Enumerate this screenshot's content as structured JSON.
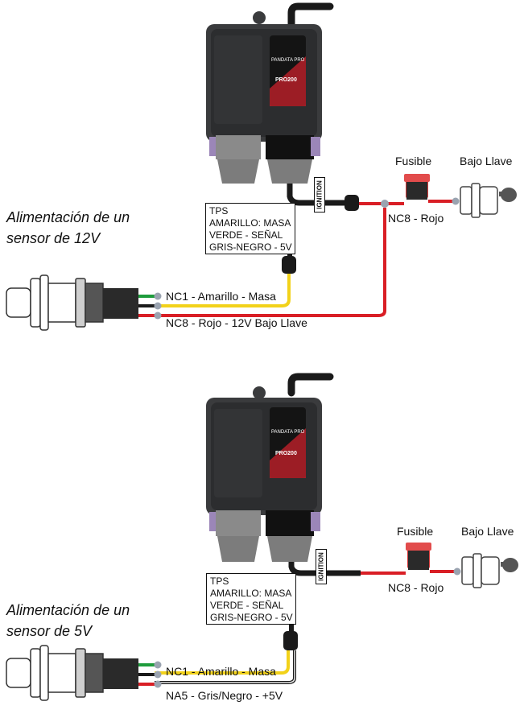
{
  "panels": [
    {
      "title_line1": "Alimentación de un",
      "title_line2": "sensor de 12V",
      "fuse_label": "Fusible",
      "key_label": "Bajo Llave",
      "nc8_label": "NC8 - Rojo",
      "ignition_label": "IGNITION",
      "ecu_brand": "PANDATA PRO",
      "ecu_model": "PRO200",
      "tps": [
        "TPS",
        "AMARILLO: MASA",
        "VERDE - SEÑAL",
        "GRIS-NEGRO - 5V"
      ],
      "wire_top_label": "NC1 - Amarillo - Masa",
      "wire_bottom_label": "NC8 - Rojo - 12V Bajo Llave"
    },
    {
      "title_line1": "Alimentación de un",
      "title_line2": "sensor de 5V",
      "fuse_label": "Fusible",
      "key_label": "Bajo Llave",
      "nc8_label": "NC8 - Rojo",
      "ignition_label": "IGNITION",
      "ecu_brand": "PANDATA PRO",
      "ecu_model": "PRO200",
      "tps": [
        "TPS",
        "AMARILLO: MASA",
        "VERDE - SEÑAL",
        "GRIS-NEGRO - 5V"
      ],
      "wire_top_label": "NC1 - Amarillo - Masa",
      "wire_bottom_label": "NA5 - Gris/Negro - +5V"
    }
  ],
  "colors": {
    "yellow_wire": "#f2d21a",
    "red_wire": "#d91e25",
    "green_wire": "#1e9c3c",
    "black_wire": "#1a1a1a",
    "white_wire": "#e8e8e8",
    "ecu_body": "#3a3b3d",
    "connector_gray": "#8a8a8a",
    "connector_purple": "#9b86b8",
    "fuse_red": "#d63a3a"
  }
}
